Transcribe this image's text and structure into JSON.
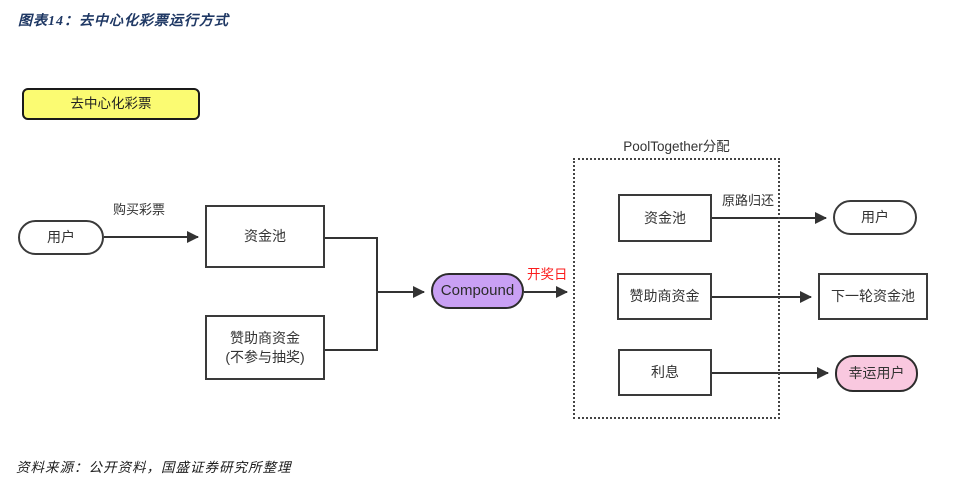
{
  "header": {
    "title": "图表14：去中心化彩票运行方式"
  },
  "footer": {
    "source": "资料来源：公开资料，国盛证券研究所整理"
  },
  "colors": {
    "title_navy": "#1F3864",
    "legend_yellow": "#FBFB72",
    "compound_purple": "#C9A0F4",
    "lucky_pink": "#F9C8DF",
    "draw_label_red": "#FB1D1D",
    "line_dark": "#333333"
  },
  "diagram": {
    "legend_label": "去中心化彩票",
    "group_title": "PoolTogether分配",
    "nodes": {
      "user_left": "用户",
      "pool_left": "资金池",
      "sponsor_left_line1": "赞助商资金",
      "sponsor_left_line2": "(不参与抽奖)",
      "compound": "Compound",
      "pool_right": "资金池",
      "sponsor_right": "赞助商资金",
      "interest": "利息",
      "user_right": "用户",
      "next_pool": "下一轮资金池",
      "lucky_user": "幸运用户"
    },
    "edge_labels": {
      "buy": "购买彩票",
      "draw_day": "开奖日",
      "return_path": "原路归还"
    }
  }
}
